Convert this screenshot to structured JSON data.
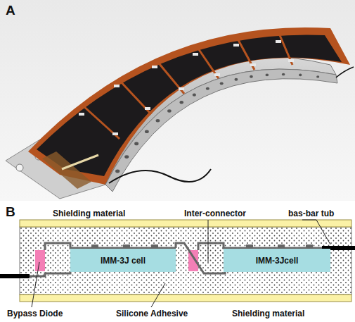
{
  "diagram": {
    "nodes": [
      {
        "text": [
          "IMM-3J cell"
        ]
      },
      {
        "text": [
          "IMM-3Jcell"
        ]
      }
    ],
    "labels": [
      "A",
      "B",
      "Shielding material",
      "Inter-connector",
      "bas-bar tub",
      "Bypass Diode",
      "Silicone Adhesive",
      "Shielding material"
    ]
  }
}
